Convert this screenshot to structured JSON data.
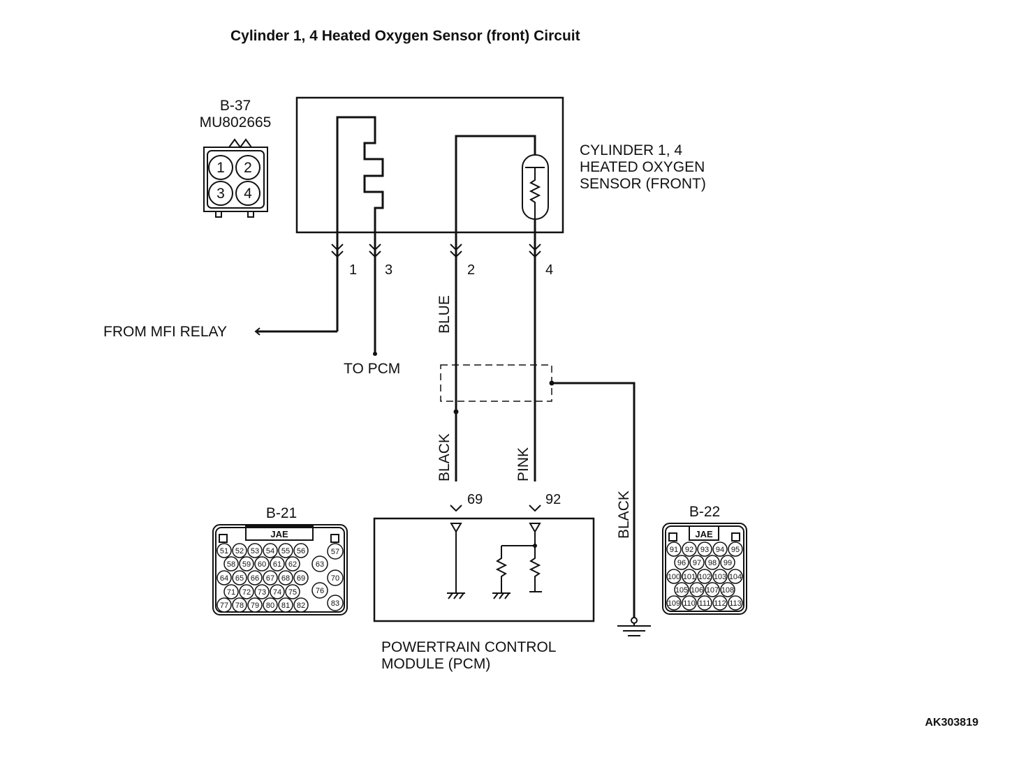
{
  "title": "Cylinder 1, 4 Heated Oxygen Sensor (front) Circuit",
  "sensor": {
    "connector_id": "B-37",
    "part_number": "MU802665",
    "label_line1": "CYLINDER 1, 4",
    "label_line2": "HEATED OXYGEN",
    "label_line3": "SENSOR (FRONT)",
    "pins": [
      "1",
      "2",
      "3",
      "4"
    ]
  },
  "wires": {
    "pin1": "1",
    "pin3": "3",
    "pin2": "2",
    "pin4": "4",
    "blue": "BLUE",
    "black_a": "BLACK",
    "pink": "PINK",
    "black_ground": "BLACK",
    "from_mfi": "FROM MFI RELAY",
    "to_pcm": "TO PCM",
    "pcm_pin_69": "69",
    "pcm_pin_92": "92"
  },
  "pcm": {
    "label_line1": "POWERTRAIN CONTROL",
    "label_line2": "MODULE (PCM)"
  },
  "connector_b21": {
    "id": "B-21",
    "brand": "JAE",
    "rows": [
      [
        "51",
        "52",
        "53",
        "54",
        "55",
        "56"
      ],
      [
        "58",
        "59",
        "60",
        "61",
        "62"
      ],
      [
        "64",
        "65",
        "66",
        "67",
        "68",
        "69"
      ],
      [
        "71",
        "72",
        "73",
        "74",
        "75"
      ],
      [
        "77",
        "78",
        "79",
        "80",
        "81",
        "82"
      ]
    ],
    "side": [
      "57",
      "63",
      "70",
      "76",
      "83"
    ]
  },
  "connector_b22": {
    "id": "B-22",
    "brand": "JAE",
    "rows": [
      [
        "91",
        "92",
        "93",
        "94",
        "95"
      ],
      [
        "96",
        "97",
        "98",
        "99"
      ],
      [
        "100",
        "101",
        "102",
        "103",
        "104"
      ],
      [
        "105",
        "106",
        "107",
        "108"
      ],
      [
        "109",
        "110",
        "111",
        "112",
        "113"
      ]
    ]
  },
  "figure_ref": "AK303819"
}
